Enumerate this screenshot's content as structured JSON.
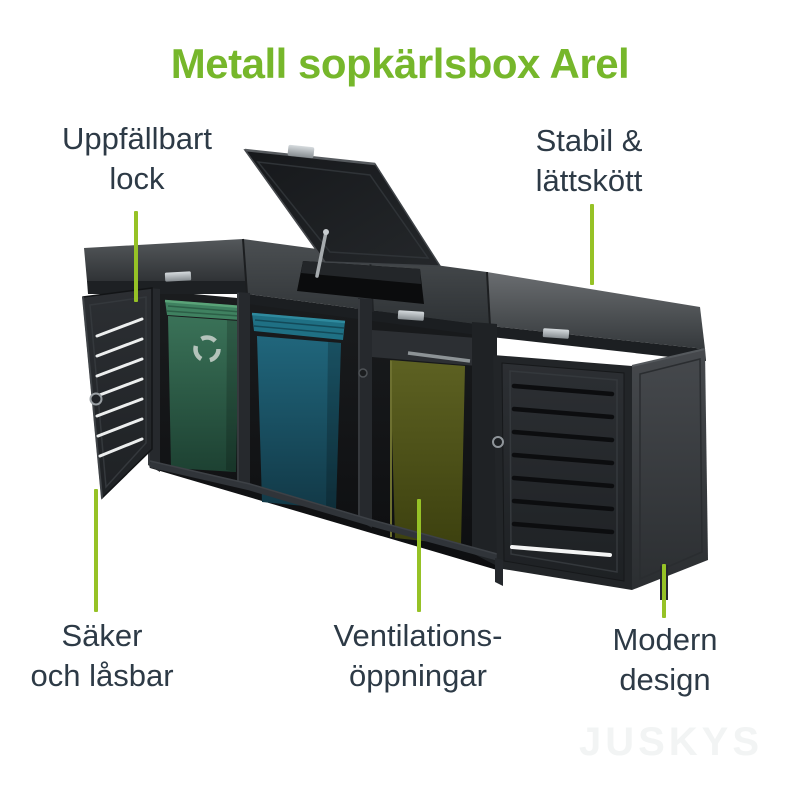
{
  "title": {
    "text": "Metall sopkärlsbox Arel"
  },
  "callouts": {
    "lid": {
      "line1": "Uppfällbart",
      "line2": "lock"
    },
    "sturdy": {
      "line1": "Stabil &",
      "line2": "lättskött"
    },
    "lockable": {
      "line1": "Säker",
      "line2": "och låsbar"
    },
    "ventilation": {
      "line1": "Ventilations-",
      "line2": "öppningar"
    },
    "design": {
      "line1": "Modern",
      "line2": "design"
    }
  },
  "watermark": {
    "text": "JUSKYS"
  },
  "product_image": {
    "description_icons": [
      "recycle-icon",
      "keyhole-icon",
      "hinge-icon"
    ],
    "bin_colors": [
      "#2f6a4f",
      "#1d5f75",
      "#575b1f"
    ]
  },
  "colors": {
    "title_green": "#76b72b",
    "line_green": "#96c226",
    "label_text": "#2d3a46",
    "cabinet_dark": "#26292d",
    "watermark_gray": "#f2f4f4"
  }
}
